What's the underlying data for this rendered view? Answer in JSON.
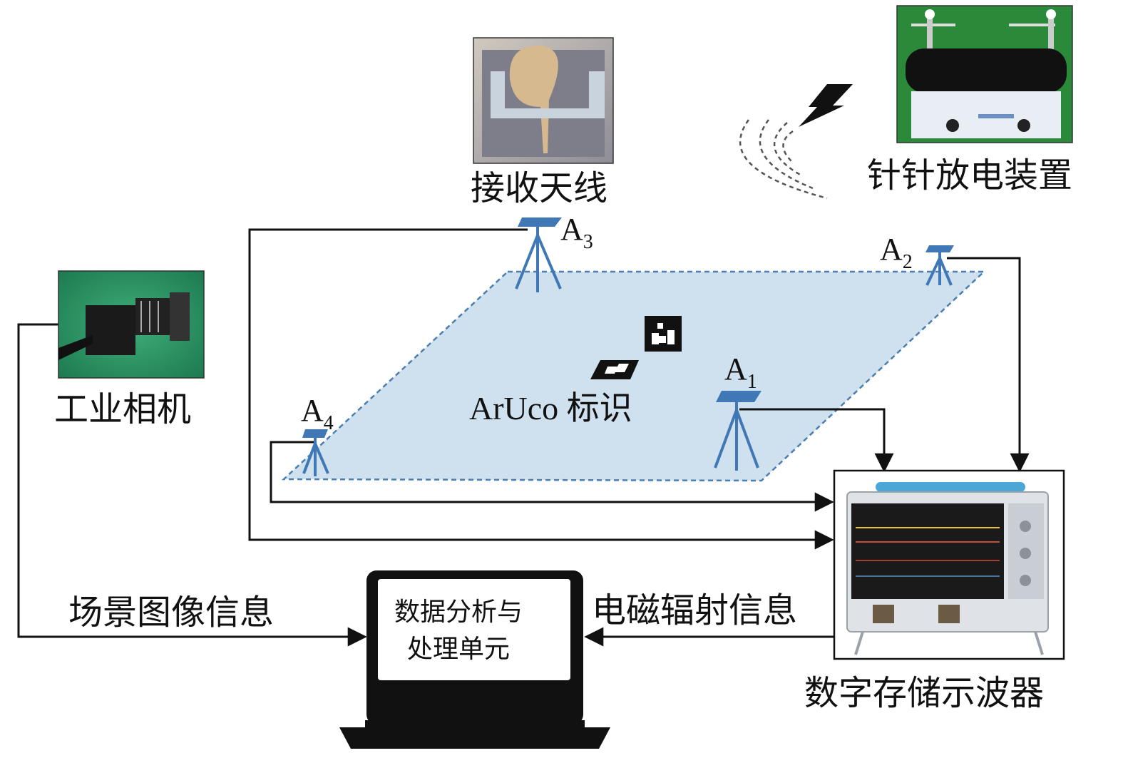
{
  "labels": {
    "antenna": "接收天线",
    "discharge": "针针放电装置",
    "camera": "工业相机",
    "aruco": "ArUco 标识",
    "scene_info": "场景图像信息",
    "em_info": "电磁辐射信息",
    "unit_line1": "数据分析与",
    "unit_line2": "处理单元",
    "oscilloscope": "数字存储示波器"
  },
  "sensors": [
    {
      "id": "A",
      "sub": "1"
    },
    {
      "id": "A",
      "sub": "2"
    },
    {
      "id": "A",
      "sub": "3"
    },
    {
      "id": "A",
      "sub": "4"
    }
  ],
  "colors": {
    "plane_fill": "#cfe0ef",
    "plane_stroke": "#4a7fb0",
    "tripod": "#3f78b5",
    "line": "#111111",
    "camera_bg": "#2f9a6a",
    "discharge_bg": "#2a8a3a"
  }
}
